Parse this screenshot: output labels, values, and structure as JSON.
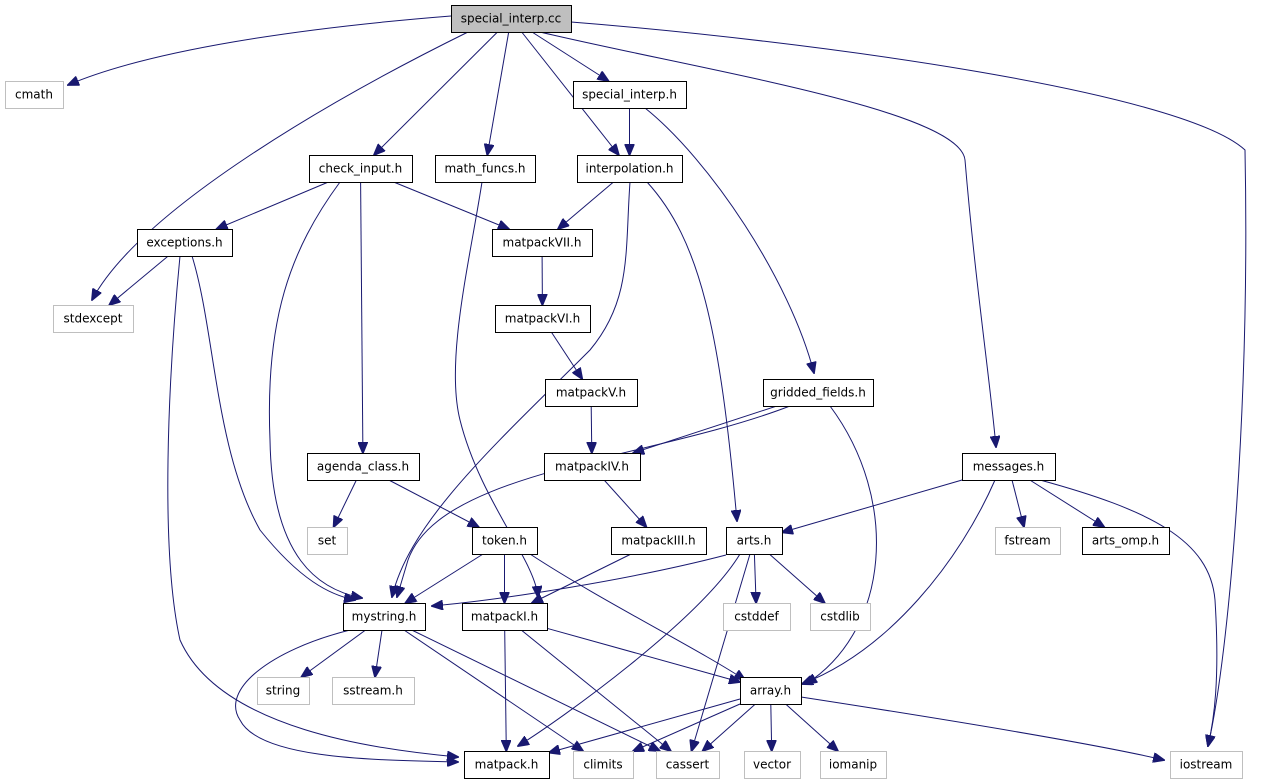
{
  "nodes": [
    {
      "id": "special_interp_cc",
      "label": "special_interp.cc",
      "style": "root"
    },
    {
      "id": "cmath",
      "label": "cmath",
      "style": "gray"
    },
    {
      "id": "special_interp_h",
      "label": "special_interp.h",
      "style": "normal"
    },
    {
      "id": "check_input_h",
      "label": "check_input.h",
      "style": "normal"
    },
    {
      "id": "math_funcs_h",
      "label": "math_funcs.h",
      "style": "normal"
    },
    {
      "id": "interpolation_h",
      "label": "interpolation.h",
      "style": "normal"
    },
    {
      "id": "exceptions_h",
      "label": "exceptions.h",
      "style": "normal"
    },
    {
      "id": "matpackVII_h",
      "label": "matpackVII.h",
      "style": "normal"
    },
    {
      "id": "stdexcept",
      "label": "stdexcept",
      "style": "gray"
    },
    {
      "id": "matpackVI_h",
      "label": "matpackVI.h",
      "style": "normal"
    },
    {
      "id": "matpackV_h",
      "label": "matpackV.h",
      "style": "normal"
    },
    {
      "id": "gridded_fields_h",
      "label": "gridded_fields.h",
      "style": "normal"
    },
    {
      "id": "agenda_class_h",
      "label": "agenda_class.h",
      "style": "normal"
    },
    {
      "id": "matpackIV_h",
      "label": "matpackIV.h",
      "style": "normal"
    },
    {
      "id": "messages_h",
      "label": "messages.h",
      "style": "normal"
    },
    {
      "id": "set",
      "label": "set",
      "style": "gray"
    },
    {
      "id": "token_h",
      "label": "token.h",
      "style": "normal"
    },
    {
      "id": "matpackIII_h",
      "label": "matpackIII.h",
      "style": "normal"
    },
    {
      "id": "arts_h",
      "label": "arts.h",
      "style": "normal"
    },
    {
      "id": "fstream",
      "label": "fstream",
      "style": "gray"
    },
    {
      "id": "arts_omp_h",
      "label": "arts_omp.h",
      "style": "normal"
    },
    {
      "id": "mystring_h",
      "label": "mystring.h",
      "style": "normal"
    },
    {
      "id": "matpackI_h",
      "label": "matpackI.h",
      "style": "normal"
    },
    {
      "id": "cstddef",
      "label": "cstddef",
      "style": "gray"
    },
    {
      "id": "cstdlib",
      "label": "cstdlib",
      "style": "gray"
    },
    {
      "id": "string",
      "label": "string",
      "style": "gray"
    },
    {
      "id": "sstream_h",
      "label": "sstream.h",
      "style": "gray"
    },
    {
      "id": "array_h",
      "label": "array.h",
      "style": "normal"
    },
    {
      "id": "matpack_h",
      "label": "matpack.h",
      "style": "normal"
    },
    {
      "id": "climits",
      "label": "climits",
      "style": "gray"
    },
    {
      "id": "cassert",
      "label": "cassert",
      "style": "gray"
    },
    {
      "id": "vector",
      "label": "vector",
      "style": "gray"
    },
    {
      "id": "iomanip",
      "label": "iomanip",
      "style": "gray"
    },
    {
      "id": "iostream",
      "label": "iostream",
      "style": "gray"
    }
  ],
  "edges": [
    [
      "special_interp_cc",
      "cmath"
    ],
    [
      "special_interp_cc",
      "stdexcept"
    ],
    [
      "special_interp_cc",
      "check_input_h"
    ],
    [
      "special_interp_cc",
      "math_funcs_h"
    ],
    [
      "special_interp_cc",
      "interpolation_h"
    ],
    [
      "special_interp_cc",
      "special_interp_h"
    ],
    [
      "special_interp_cc",
      "messages_h"
    ],
    [
      "special_interp_cc",
      "iostream"
    ],
    [
      "special_interp_h",
      "interpolation_h"
    ],
    [
      "special_interp_h",
      "gridded_fields_h"
    ],
    [
      "check_input_h",
      "exceptions_h"
    ],
    [
      "check_input_h",
      "matpackVII_h"
    ],
    [
      "check_input_h",
      "mystring_h"
    ],
    [
      "check_input_h",
      "agenda_class_h"
    ],
    [
      "math_funcs_h",
      "matpackI_h"
    ],
    [
      "interpolation_h",
      "matpackVII_h"
    ],
    [
      "interpolation_h",
      "mystring_h"
    ],
    [
      "interpolation_h",
      "arts_h"
    ],
    [
      "exceptions_h",
      "stdexcept"
    ],
    [
      "exceptions_h",
      "mystring_h"
    ],
    [
      "exceptions_h",
      "matpack_h"
    ],
    [
      "matpackVII_h",
      "matpackVI_h"
    ],
    [
      "matpackVI_h",
      "matpackV_h"
    ],
    [
      "matpackV_h",
      "matpackIV_h"
    ],
    [
      "gridded_fields_h",
      "matpackIV_h"
    ],
    [
      "gridded_fields_h",
      "mystring_h"
    ],
    [
      "gridded_fields_h",
      "array_h"
    ],
    [
      "agenda_class_h",
      "set"
    ],
    [
      "agenda_class_h",
      "token_h"
    ],
    [
      "matpackIV_h",
      "matpackIII_h"
    ],
    [
      "messages_h",
      "arts_h"
    ],
    [
      "messages_h",
      "fstream"
    ],
    [
      "messages_h",
      "arts_omp_h"
    ],
    [
      "messages_h",
      "array_h"
    ],
    [
      "messages_h",
      "iostream"
    ],
    [
      "token_h",
      "mystring_h"
    ],
    [
      "token_h",
      "matpackI_h"
    ],
    [
      "token_h",
      "array_h"
    ],
    [
      "matpackIII_h",
      "matpackI_h"
    ],
    [
      "arts_h",
      "mystring_h"
    ],
    [
      "arts_h",
      "cstddef"
    ],
    [
      "arts_h",
      "cstdlib"
    ],
    [
      "arts_h",
      "matpack_h"
    ],
    [
      "arts_h",
      "cassert"
    ],
    [
      "mystring_h",
      "string"
    ],
    [
      "mystring_h",
      "sstream_h"
    ],
    [
      "mystring_h",
      "matpack_h"
    ],
    [
      "mystring_h",
      "climits"
    ],
    [
      "mystring_h",
      "cassert"
    ],
    [
      "matpackI_h",
      "matpack_h"
    ],
    [
      "matpackI_h",
      "array_h"
    ],
    [
      "matpackI_h",
      "cassert"
    ],
    [
      "array_h",
      "matpack_h"
    ],
    [
      "array_h",
      "climits"
    ],
    [
      "array_h",
      "cassert"
    ],
    [
      "array_h",
      "vector"
    ],
    [
      "array_h",
      "iomanip"
    ],
    [
      "array_h",
      "iostream"
    ]
  ]
}
